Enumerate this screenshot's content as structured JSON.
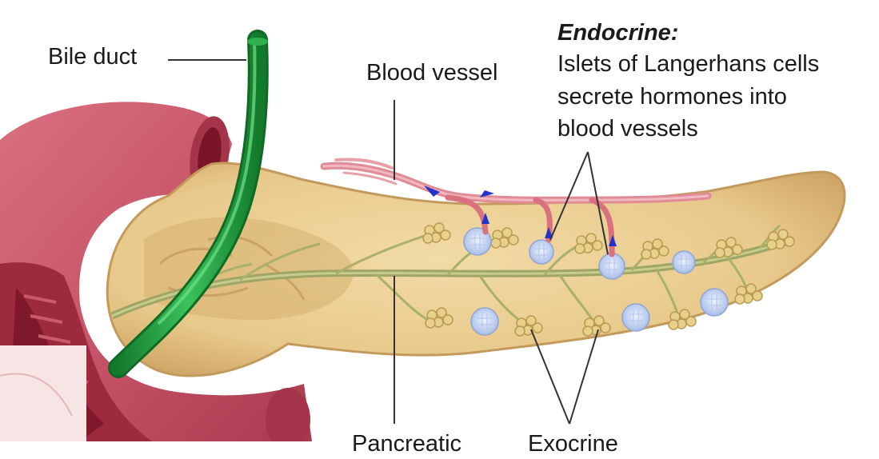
{
  "labels": {
    "bile_duct": "Bile duct",
    "blood_vessel": "Blood vessel",
    "endocrine_title": "Endocrine:",
    "endocrine_lines": [
      "Islets of Langerhans cells",
      "secrete hormones into",
      "blood vessels"
    ],
    "bottom_partial_left": "Pancreatic",
    "bottom_partial_right": "Exocrine"
  },
  "colors": {
    "duodenum": "#c9566a",
    "duodenum_inner": "#8e1f33",
    "pancreas": "#e8c98b",
    "pancreas_edge": "#caa468",
    "bile_duct": "#1f9a3c",
    "vessel": "#d9727e",
    "flow_arrow": "#2233cc",
    "islet": "#c9d6f2",
    "acini": "#e6d08c",
    "duct_branch": "#a9b06a",
    "leader_line": "#333333"
  }
}
